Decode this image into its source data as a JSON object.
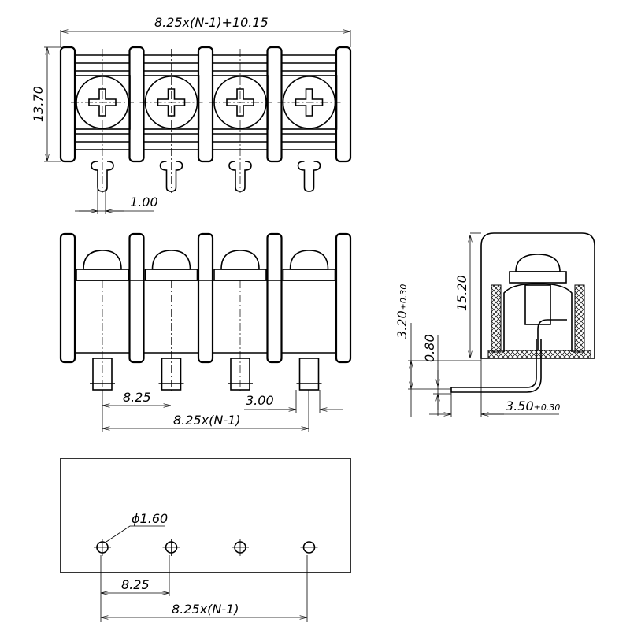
{
  "top_view": {
    "overall_width": "8.25x(N-1)+10.15",
    "height": "13.70",
    "pin_width": "1.00"
  },
  "front_view": {
    "pitch": "8.25",
    "pin_gap": "3.00",
    "span": "8.25x(N-1)"
  },
  "side_view": {
    "height": "15.20",
    "pin_offset": "3.20",
    "pin_offset_tol": "±0.30",
    "pin_thickness": "0.80",
    "pin_length": "3.50",
    "pin_length_tol": "±0.30"
  },
  "bottom_view": {
    "hole_diameter": "ϕ1.60",
    "pitch": "8.25",
    "span": "8.25x(N-1)"
  },
  "positions": 4
}
